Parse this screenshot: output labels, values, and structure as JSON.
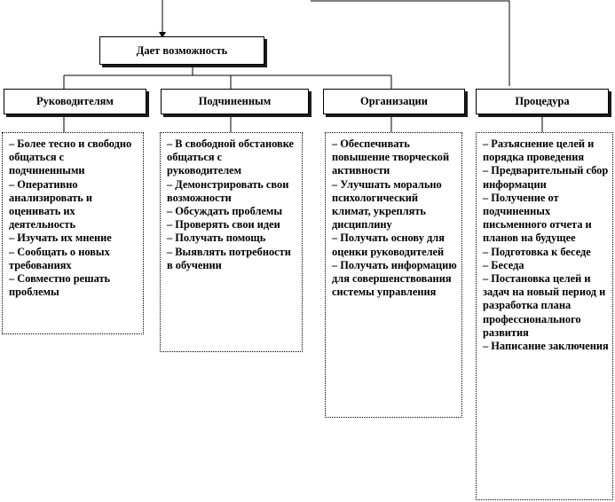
{
  "top": {
    "label": "Дает возможность"
  },
  "columns": [
    {
      "header": "Руководителям",
      "items": [
        "– Более тесно и свободно общаться с подчиненными",
        "– Оперативно анализировать и оценивать их деятельность",
        "– Изучать  их мнение",
        "– Сообщать  о новых требованиях",
        "– Совместно решать проблемы"
      ]
    },
    {
      "header": "Подчиненным",
      "items": [
        "– В свободной обстановке общаться с руководителем",
        "– Демонстрировать свои возможности",
        "– Обсуждать проблемы",
        "– Проверять свои идеи",
        "– Получать  помощь",
        "– Выявлять потребности в обучении"
      ]
    },
    {
      "header": "Организации",
      "items": [
        "– Обеспечивать повышение творческой активности",
        "– Улучшать морально психологический климат, укреплять дисциплину",
        "– Получать  основу для оценки руководителей",
        "– Получать информацию для совершенствования системы управления"
      ]
    },
    {
      "header": "Процедура",
      "items": [
        "– Разъяснение целей и порядка проведения",
        "– Предварительный сбор информации",
        "– Получение от подчиненных письменного отчета и планов на будущее",
        "– Подготовка к беседе",
        "– Беседа",
        "– Постановка целей и задач на новый период и разработка плана профессионального развития",
        "– Написание заключения"
      ]
    }
  ]
}
